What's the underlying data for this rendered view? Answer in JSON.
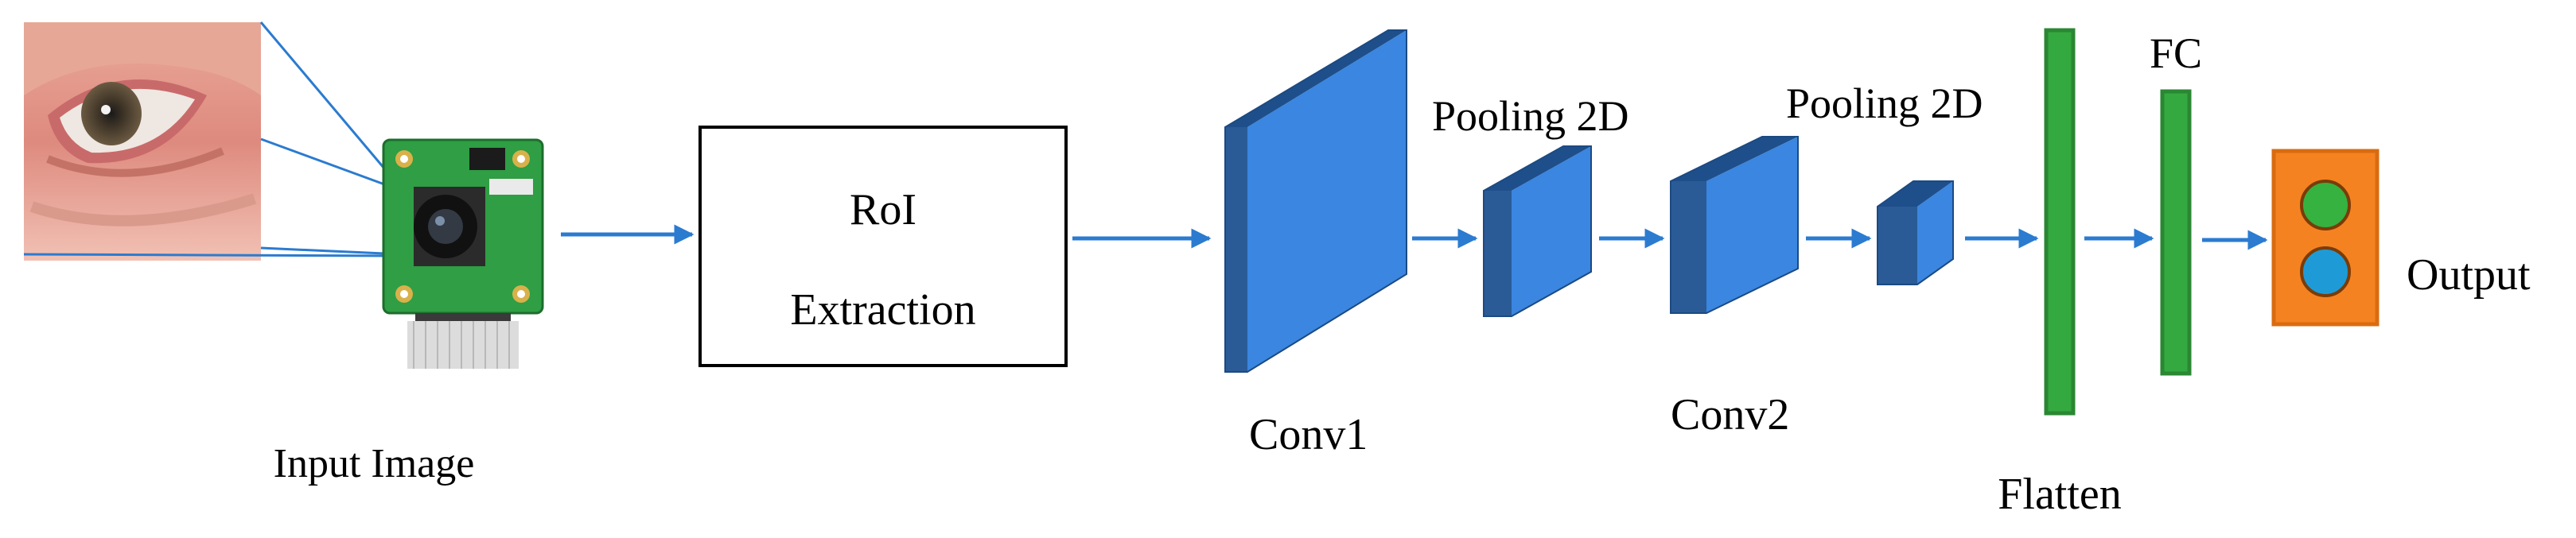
{
  "labels": {
    "input_image": "Input Image",
    "roi_line1": "RoI",
    "roi_line2": "Extraction",
    "conv1": "Conv1",
    "pooling1": "Pooling 2D",
    "conv2": "Conv2",
    "pooling2": "Pooling 2D",
    "flatten": "Flatten",
    "fc": "FC",
    "output": "Output"
  },
  "colors": {
    "arrow": "#2b7bd0",
    "block_front": "#3a86e0",
    "block_top": "#1f4f8a",
    "block_side": "#2a5b96",
    "layer_green": "#34a93f",
    "layer_green_edge": "#2a8733",
    "output_box": "#f58220",
    "output_node_top": "#35b23f",
    "output_node_bottom": "#1e9bd7"
  },
  "icons": {
    "eye_photo": "eye-photo-icon",
    "camera_module": "camera-module-icon"
  }
}
